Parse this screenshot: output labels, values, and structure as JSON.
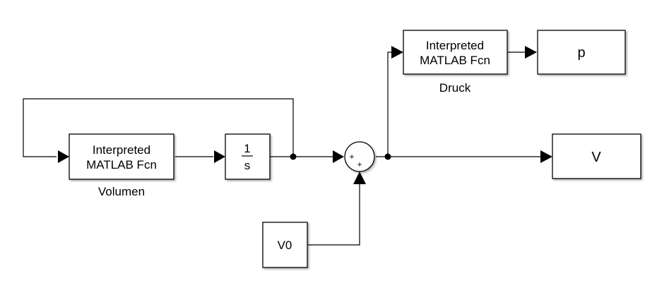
{
  "blocks": {
    "volumen_fcn": {
      "line1": "Interpreted",
      "line2": "MATLAB Fcn",
      "label": "Volumen"
    },
    "integrator": {
      "num": "1",
      "den": "s"
    },
    "sum": {
      "sign1": "+",
      "sign2": "+"
    },
    "druck_fcn": {
      "line1": "Interpreted",
      "line2": "MATLAB Fcn",
      "label": "Druck"
    },
    "p_out": {
      "text": "p"
    },
    "v_out": {
      "text": "V"
    },
    "v0_const": {
      "text": "V0"
    }
  }
}
